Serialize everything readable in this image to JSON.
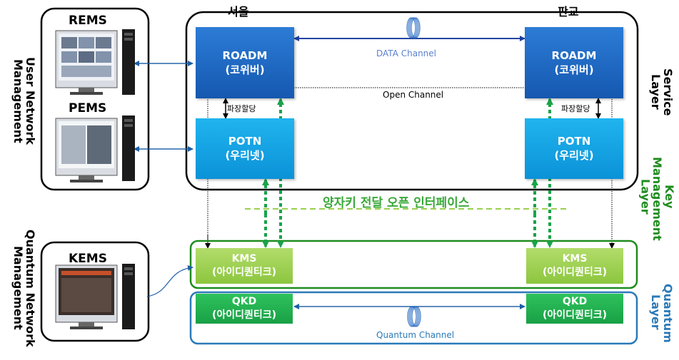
{
  "left_groups": {
    "user_network": {
      "label": "User Network Management",
      "systems": [
        {
          "name": "REMS"
        },
        {
          "name": "PEMS"
        }
      ]
    },
    "quantum_network": {
      "label": "Quantum Network Management",
      "systems": [
        {
          "name": "KEMS"
        }
      ]
    }
  },
  "sites": {
    "left": "서울",
    "right": "판교"
  },
  "nodes": {
    "roadm_left": {
      "title": "ROADM",
      "vendor": "(코위버)"
    },
    "roadm_right": {
      "title": "ROADM",
      "vendor": "(코위버)"
    },
    "potn_left": {
      "title": "POTN",
      "vendor": "(우리넷)"
    },
    "potn_right": {
      "title": "POTN",
      "vendor": "(우리넷)"
    },
    "kms_left": {
      "title": "KMS",
      "vendor": "(아이디퀀티크)"
    },
    "kms_right": {
      "title": "KMS",
      "vendor": "(아이디퀀티크)"
    },
    "qkd_left": {
      "title": "QKD",
      "vendor": "(아이디퀀티크)"
    },
    "qkd_right": {
      "title": "QKD",
      "vendor": "(아이디퀀티크)"
    }
  },
  "links": {
    "data_channel": "DATA Channel",
    "open_channel": "Open Channel",
    "wavelength_left": "파장할당",
    "wavelength_right": "파장할당",
    "quantum_channel": "Quantum Channel",
    "open_interface": "양자키 전달 오픈 인터페이스"
  },
  "layers": {
    "service": "Service Layer",
    "key_management": "Key Management Layer",
    "quantum": "Quantum Layer"
  },
  "colors": {
    "roadm_blue": "#1a66c2",
    "potn_cyan": "#13a3e3",
    "kms_light_green": "#9bd04f",
    "qkd_green": "#22b04f",
    "key_layer_green": "#1e8c1e",
    "quantum_layer_blue": "#2a7ab8",
    "interface_green": "#3aa83a"
  },
  "icons": [
    "monitor-icon",
    "server-tower-icon",
    "key-icon",
    "fiber-coil-icon"
  ]
}
